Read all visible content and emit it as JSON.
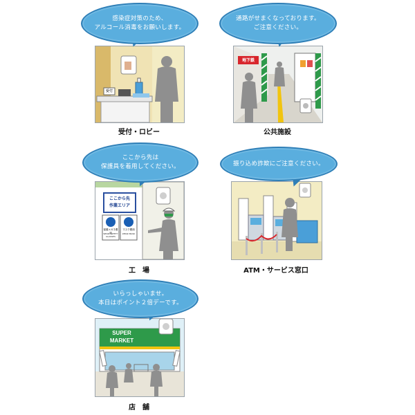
{
  "panels": [
    {
      "id": "reception",
      "bubble_lines": [
        "感染症対策のため、",
        "アルコール消毒をお願いします。"
      ],
      "scene_labels": [
        "受付"
      ],
      "caption": "受付・ロビー"
    },
    {
      "id": "public-facility",
      "bubble_lines": [
        "通路がせまくなっております。",
        "ご注意ください。"
      ],
      "scene_labels": [
        "地下鉄"
      ],
      "caption": "公共施設"
    },
    {
      "id": "factory",
      "bubble_lines": [
        "ここから先は",
        "保護具を着用してください。"
      ],
      "scene_labels": [
        "ここから先",
        "作業エリア",
        "保護メガネ着用",
        "WEAR SAFETY GLASSES",
        "マスク着用",
        "WEAR MASK"
      ],
      "caption": "工　場"
    },
    {
      "id": "atm",
      "bubble_lines": [
        "振り込め詐欺にご注意ください。"
      ],
      "scene_labels": [],
      "caption": "ATM・サービス窓口"
    },
    {
      "id": "store",
      "bubble_lines": [
        "いらっしゃいませ。",
        "本日はポイント２倍デーです。"
      ],
      "scene_labels": [
        "SUPER",
        "MARKET"
      ],
      "caption": "店　舗"
    }
  ],
  "colors": {
    "bubble": "#5aaede",
    "bubble_border": "#2f7fb7",
    "wall": "#f3ecc4",
    "person": "#8f8f8f",
    "accent_green": "#2e9a4a",
    "accent_red": "#d8262c"
  }
}
